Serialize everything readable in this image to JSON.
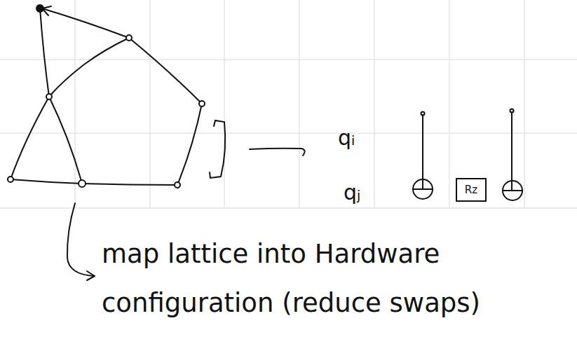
{
  "diagram": {
    "nodes": [
      {
        "text": [
          "Rz"
        ]
      }
    ],
    "labels": [
      "qᵢ",
      "qⱼ",
      "map lattice into Hardware configuration (reduce swaps)"
    ]
  }
}
